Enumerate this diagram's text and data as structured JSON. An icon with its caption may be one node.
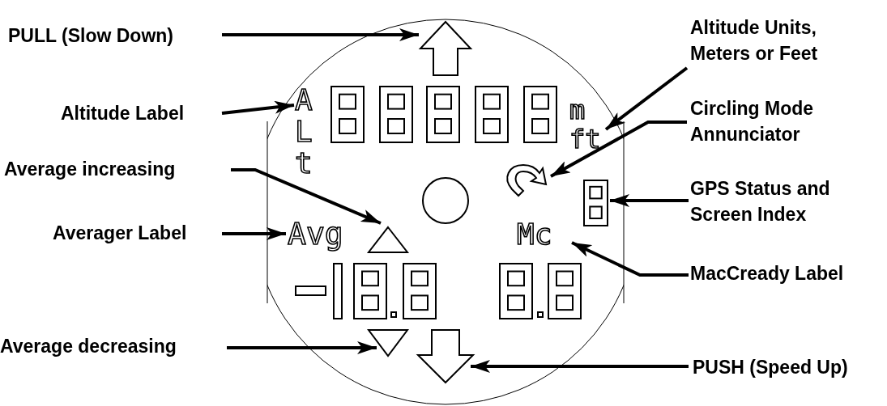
{
  "diagram": {
    "nodes": [
      {
        "text": [
          "PULL (Slow Down)"
        ]
      },
      {
        "text": [],
        "shape": "arrow"
      },
      {
        "text": [
          "Altitude Label"
        ]
      },
      {
        "text": [
          "ALt"
        ]
      },
      {
        "text": [
          "Altitude Units, Meters or Feet"
        ]
      },
      {
        "text": [
          "m ft"
        ]
      },
      {
        "text": [
          "Circling Mode Annunciator"
        ]
      },
      {
        "text": [],
        "shape": "arrow"
      },
      {
        "text": [
          "Average increasing"
        ]
      },
      {
        "text": [],
        "shape": "triangle"
      },
      {
        "text": [
          "GPS Status and Screen Index"
        ]
      },
      {
        "text": [],
        "shape": "box"
      },
      {
        "text": [
          "Averager Label"
        ]
      },
      {
        "text": [
          "Avg"
        ]
      },
      {
        "text": [
          "MacCready Label"
        ]
      },
      {
        "text": [
          "Mc"
        ]
      },
      {
        "text": [
          "Average decreasing"
        ]
      },
      {
        "text": [],
        "shape": "triangle"
      },
      {
        "text": [
          "PUSH (Speed Up)"
        ]
      },
      {
        "text": [],
        "shape": "arrow"
      }
    ],
    "edges": [
      {
        "from": 0,
        "to": 1,
        "arrow": "to"
      },
      {
        "from": 2,
        "to": 3,
        "arrow": "to"
      },
      {
        "from": 4,
        "to": 5,
        "arrow": "to"
      },
      {
        "from": 6,
        "to": 7,
        "arrow": "to"
      },
      {
        "from": 8,
        "to": 9,
        "arrow": "to"
      },
      {
        "from": 10,
        "to": 11,
        "arrow": "to"
      },
      {
        "from": 12,
        "to": 13,
        "arrow": "to"
      },
      {
        "from": 14,
        "to": 15,
        "arrow": "to"
      },
      {
        "from": 16,
        "to": 17,
        "arrow": "to"
      },
      {
        "from": 18,
        "to": 19,
        "arrow": "to"
      }
    ]
  }
}
